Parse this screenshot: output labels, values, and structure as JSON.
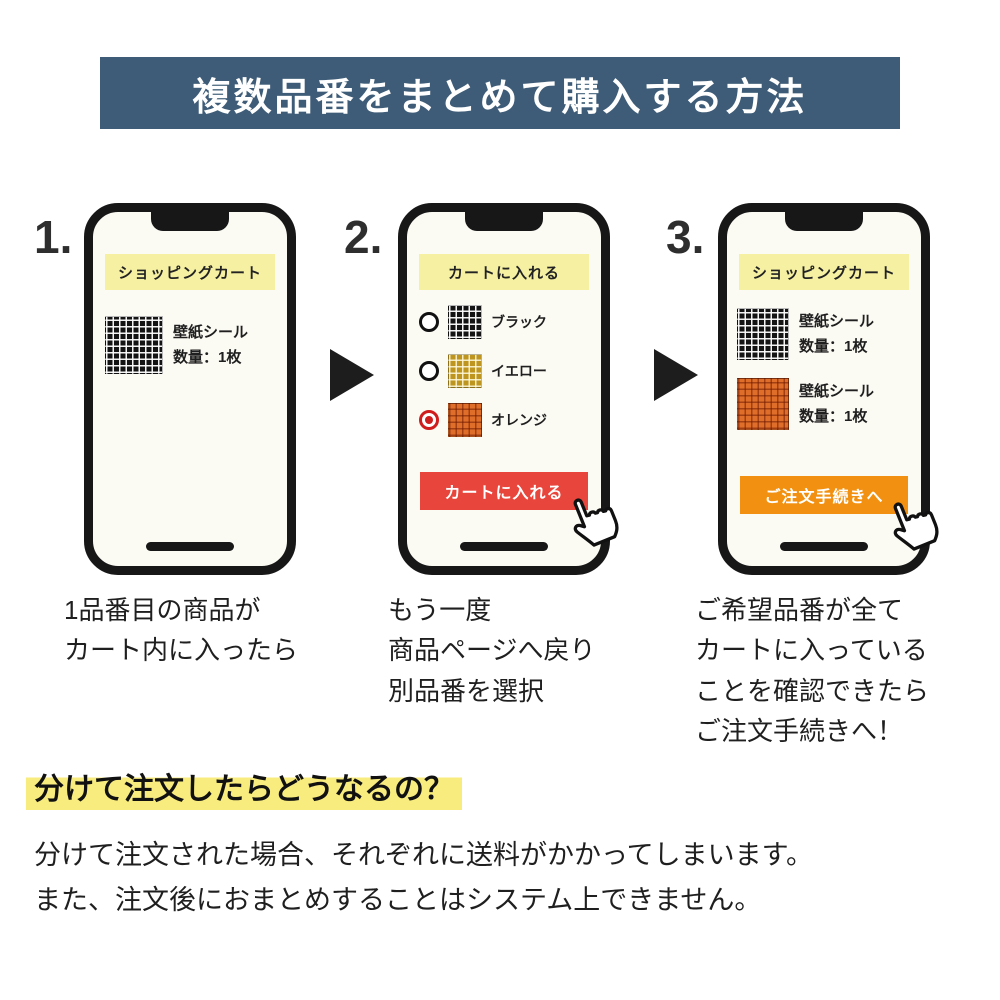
{
  "banner": {
    "title": "複数品番をまとめて購入する方法",
    "bg_color": "#3e5c77"
  },
  "colors": {
    "phone_header_bg": "#f6f0a3",
    "red_button": "#e8453c",
    "orange_button": "#f29111",
    "highlight": "#f8ec7e",
    "swatch_black": "#141414",
    "swatch_yellow": "#bd951f",
    "swatch_orange": "#df6e2b"
  },
  "steps": [
    {
      "number": "1.",
      "header": "ショッピングカート",
      "items": [
        {
          "swatch": "black",
          "name": "壁紙シール",
          "qty": "数量：1枚"
        }
      ],
      "caption": "1品番目の商品が\nカート内に入ったら"
    },
    {
      "number": "2.",
      "header": "カートに入れる",
      "options": [
        {
          "swatch": "black",
          "label": "ブラック",
          "selected": false
        },
        {
          "swatch": "yellow",
          "label": "イエロー",
          "selected": false
        },
        {
          "swatch": "orange",
          "label": "オレンジ",
          "selected": true
        }
      ],
      "button": "カートに入れる",
      "caption": "もう一度\n商品ページへ戻り\n別品番を選択"
    },
    {
      "number": "3.",
      "header": "ショッピングカート",
      "items": [
        {
          "swatch": "black",
          "name": "壁紙シール",
          "qty": "数量：1枚"
        },
        {
          "swatch": "orange",
          "name": "壁紙シール",
          "qty": "数量：1枚"
        }
      ],
      "button": "ご注文手続きへ",
      "caption": "ご希望品番が全て\nカートに入っている\nことを確認できたら\nご注文手続きへ！"
    }
  ],
  "footer": {
    "heading": "分けて注文したらどうなるの？",
    "lines": [
      "分けて注文された場合、それぞれに送料がかかってしまいます。",
      "また、注文後におまとめすることはシステム上できません。"
    ]
  }
}
